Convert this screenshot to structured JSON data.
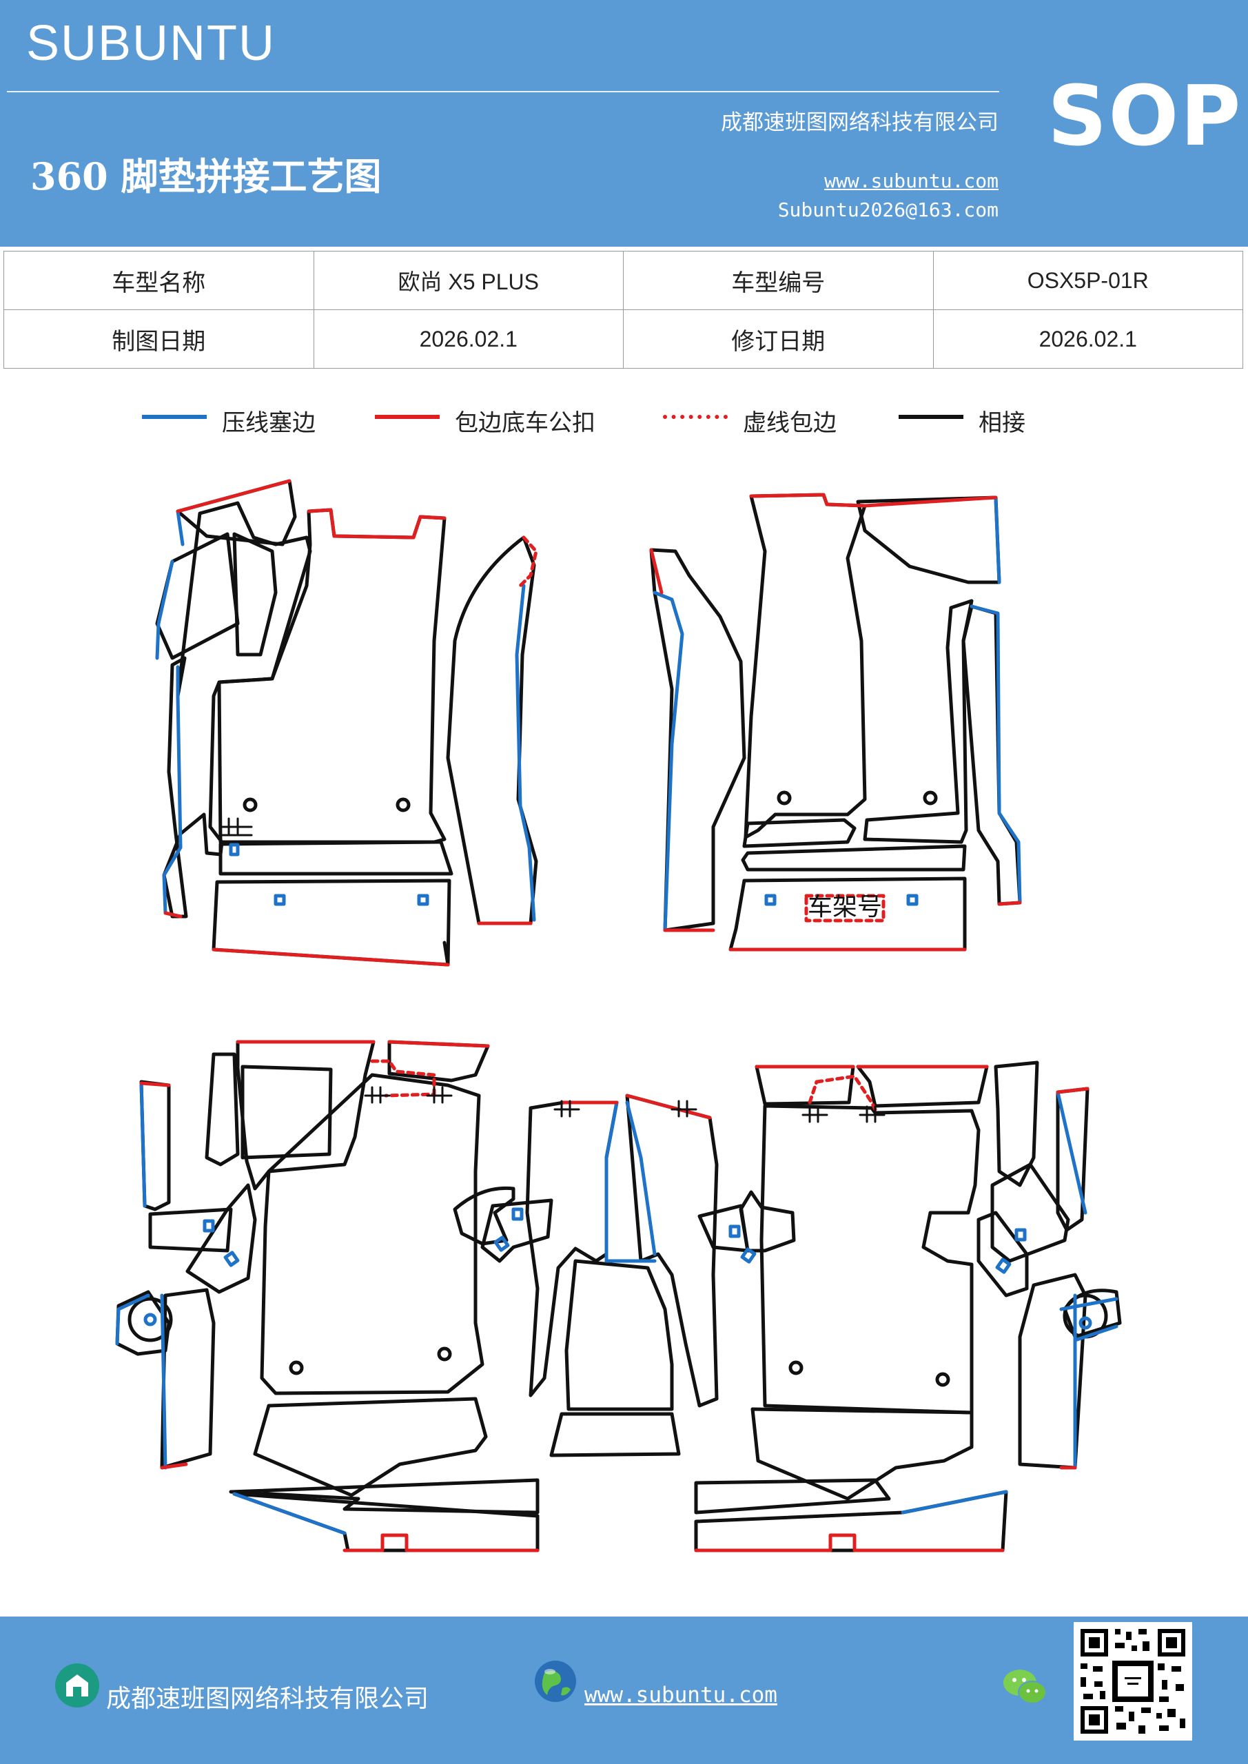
{
  "header": {
    "brand": "SUBUNTU",
    "doc_type": "SOP",
    "company": "成都速班图网络科技有限公司",
    "title": "360 脚垫拼接工艺图",
    "website": "www.subuntu.com",
    "email": "Subuntu2026@163.com"
  },
  "info_table": {
    "row1": {
      "label1": "车型名称",
      "value1": "欧尚 X5  PLUS",
      "label2": "车型编号",
      "value2": "OSX5P-01R"
    },
    "row2": {
      "label1": "制图日期",
      "value1": "2026.02.1",
      "label2": "修订日期",
      "value2": "2026.02.1"
    }
  },
  "legend": [
    {
      "label": "压线塞边",
      "color": "#1e73c8",
      "style": "solid"
    },
    {
      "label": "包边底车公扣",
      "color": "#e02020",
      "style": "solid"
    },
    {
      "label": "虚线包边",
      "color": "#e02020",
      "style": "dashed"
    },
    {
      "label": "相接",
      "color": "#111111",
      "style": "solid"
    }
  ],
  "drawing": {
    "vin_label": "车架号"
  },
  "footer": {
    "company": "成都速班图网络科技有限公司",
    "website": "www.subuntu.com",
    "icons": [
      "company-icon",
      "globe-icon",
      "wechat-icon",
      "qr-code"
    ]
  }
}
